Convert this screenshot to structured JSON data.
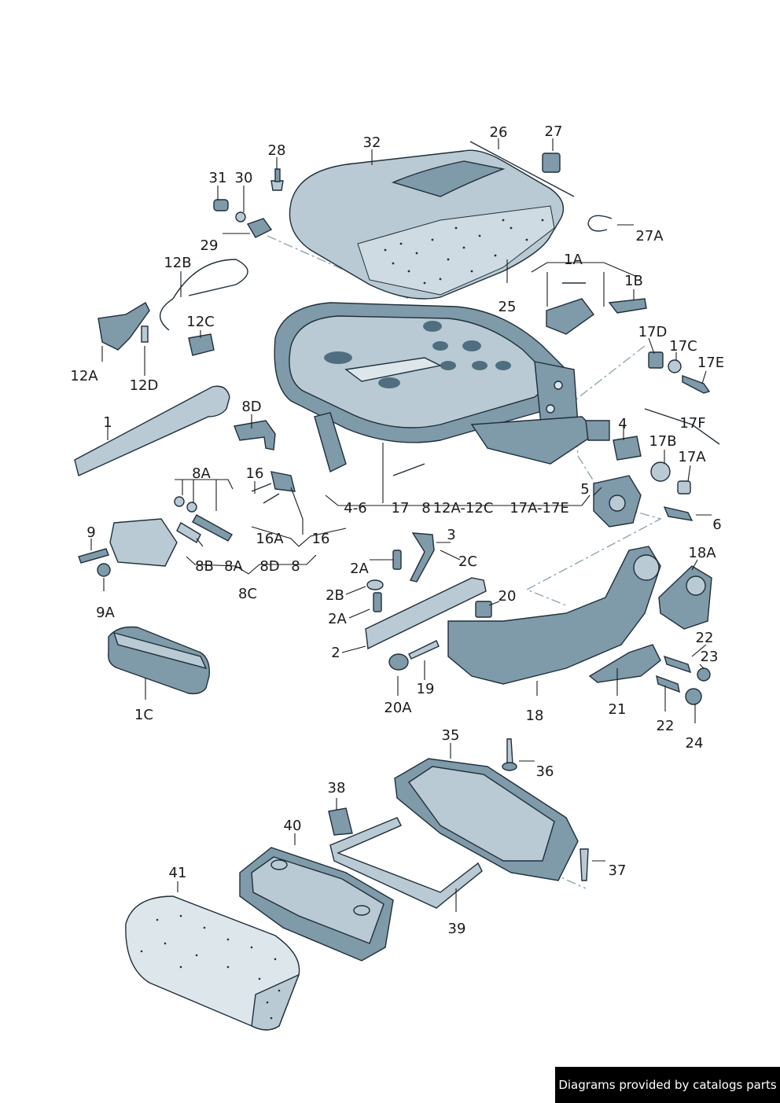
{
  "labels": {
    "l1": "1",
    "l1C": "1C",
    "l2": "2",
    "l2A_1": "2A",
    "l2B": "2B",
    "l2A_2": "2A",
    "l2C": "2C",
    "l3": "3",
    "l4": "4",
    "l4_6": "4-6",
    "l5": "5",
    "l6": "6",
    "l8A_1": "8A",
    "l8A_2": "8A",
    "l8B": "8B",
    "l8C": "8C",
    "l8D_1": "8D",
    "l8D_2": "8D",
    "l8": "8",
    "l9": "9",
    "l9A": "9A",
    "l12A": "12A",
    "l12B": "12B",
    "l12C": "12C",
    "l12D": "12D",
    "l16_1": "16",
    "l16_2": "16",
    "l16A": "16A",
    "l17A_1": "17A",
    "l17B": "17B",
    "l17C": "17C",
    "l17D": "17D",
    "l17E": "17E",
    "l17F": "17F",
    "l17": "17",
    "l8group": "8",
    "l12A_12C": "12A-12C",
    "l17A_17E": "17A-17E",
    "l18": "18",
    "l18A": "18A",
    "l19": "19",
    "l20": "20",
    "l20A": "20A",
    "l21": "21",
    "l22_1": "22",
    "l22_2": "22",
    "l23": "23",
    "l24": "24",
    "l25": "25",
    "l26": "26",
    "l27": "27",
    "l27A": "27A",
    "l28": "28",
    "l29": "29",
    "l30": "30",
    "l31": "31",
    "l32": "32",
    "l35": "35",
    "l36": "36",
    "l37": "37",
    "l38": "38",
    "l39": "39",
    "l40": "40",
    "l41": "41",
    "l1A": "1A",
    "l1B": "1B"
  },
  "footer": {
    "text": "Diagrams provided by catalogs parts"
  },
  "colors": {
    "part_dark": "#4f6f80",
    "part_mid": "#7f9aa9",
    "part_light": "#b9cad4",
    "dashed": "#8fa6b4",
    "footer_bg": "#000000"
  }
}
